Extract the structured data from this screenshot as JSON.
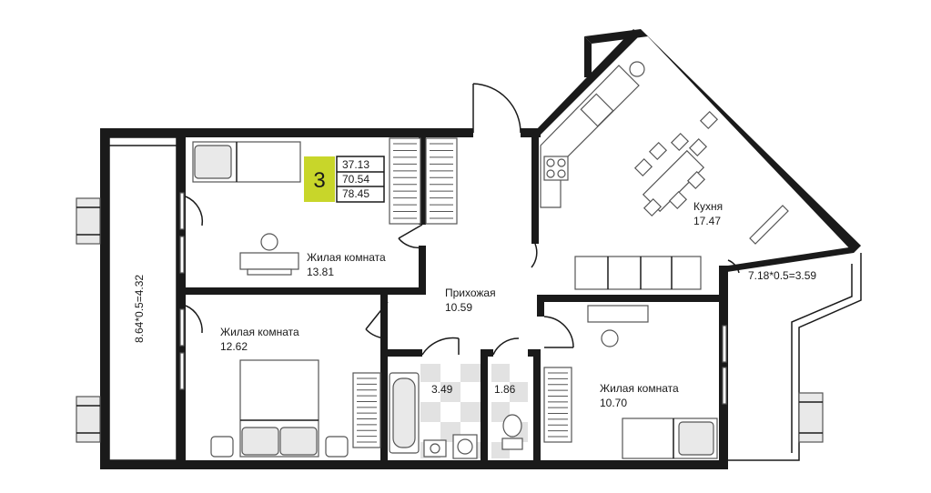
{
  "badge": {
    "rooms_count": "3",
    "living_area": "37.13",
    "total_area": "70.54",
    "total_with_balcony": "78.45",
    "accent_color": "#c8d62a"
  },
  "rooms": {
    "living1": {
      "label": "Жилая комната",
      "area": "13.81"
    },
    "living2": {
      "label": "Жилая комната",
      "area": "12.62"
    },
    "living3": {
      "label": "Жилая комната",
      "area": "10.70"
    },
    "kitchen": {
      "label": "Кухня",
      "area": "17.47"
    },
    "hall": {
      "label": "Прихожая",
      "area": "10.59"
    },
    "bath": {
      "area": "3.49"
    },
    "wc": {
      "area": "1.86"
    }
  },
  "balconies": {
    "left": "8.64*0.5=4.32",
    "right": "7.18*0.5=3.59"
  }
}
